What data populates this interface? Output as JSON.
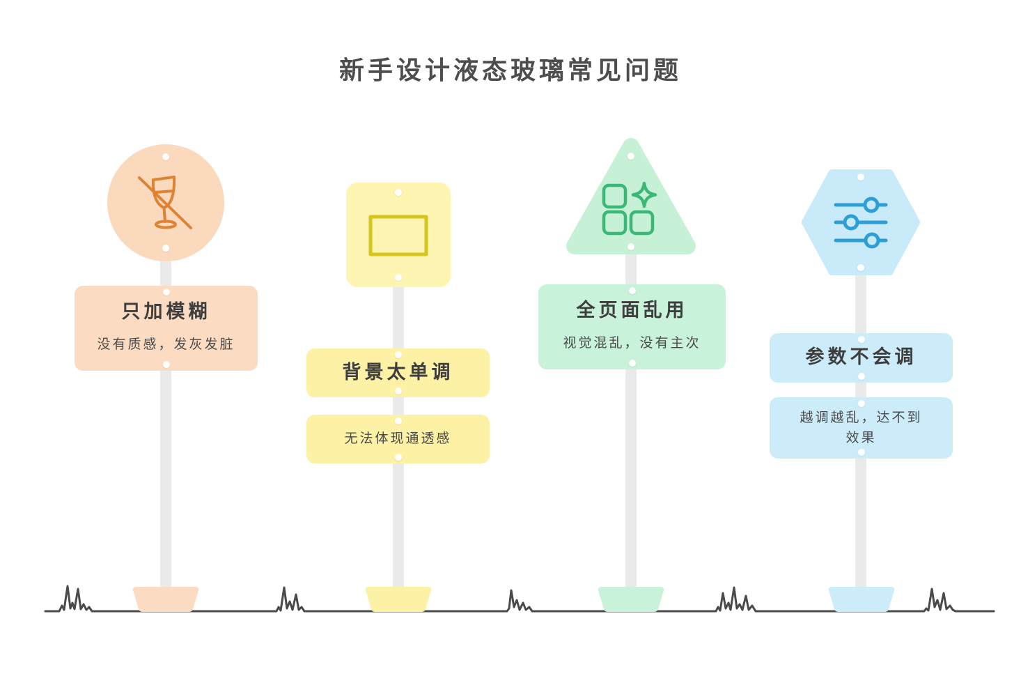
{
  "title": "新手设计液态玻璃常见问题",
  "ground_color": "#4a4a4a",
  "items": [
    {
      "label": "只加模糊",
      "desc": "没有质感，发灰发脏",
      "shape": "circle",
      "icon": "no-drink-icon",
      "colors": {
        "shape": "#fbd9bd",
        "box": "#fbdcc3",
        "stroke": "#dd8333"
      }
    },
    {
      "label": "背景太单调",
      "desc": "无法体现通透感",
      "shape": "square",
      "icon": "rectangle-icon",
      "colors": {
        "shape": "#fdf5b1",
        "box": "#fcf1a5",
        "stroke": "#d6c51f"
      }
    },
    {
      "label": "全页面乱用",
      "desc": "视觉混乱，没有主次",
      "shape": "triangle",
      "icon": "app-grid-sparkle-icon",
      "colors": {
        "shape": "#c6f1d7",
        "box": "#c9f2db",
        "stroke": "#3bb878"
      }
    },
    {
      "label": "参数不会调",
      "desc": "越调越乱，达不到效果",
      "shape": "hexagon",
      "icon": "sliders-icon",
      "colors": {
        "shape": "#c9eaf8",
        "box": "#cdecf9",
        "stroke": "#2e9fd6"
      }
    }
  ]
}
